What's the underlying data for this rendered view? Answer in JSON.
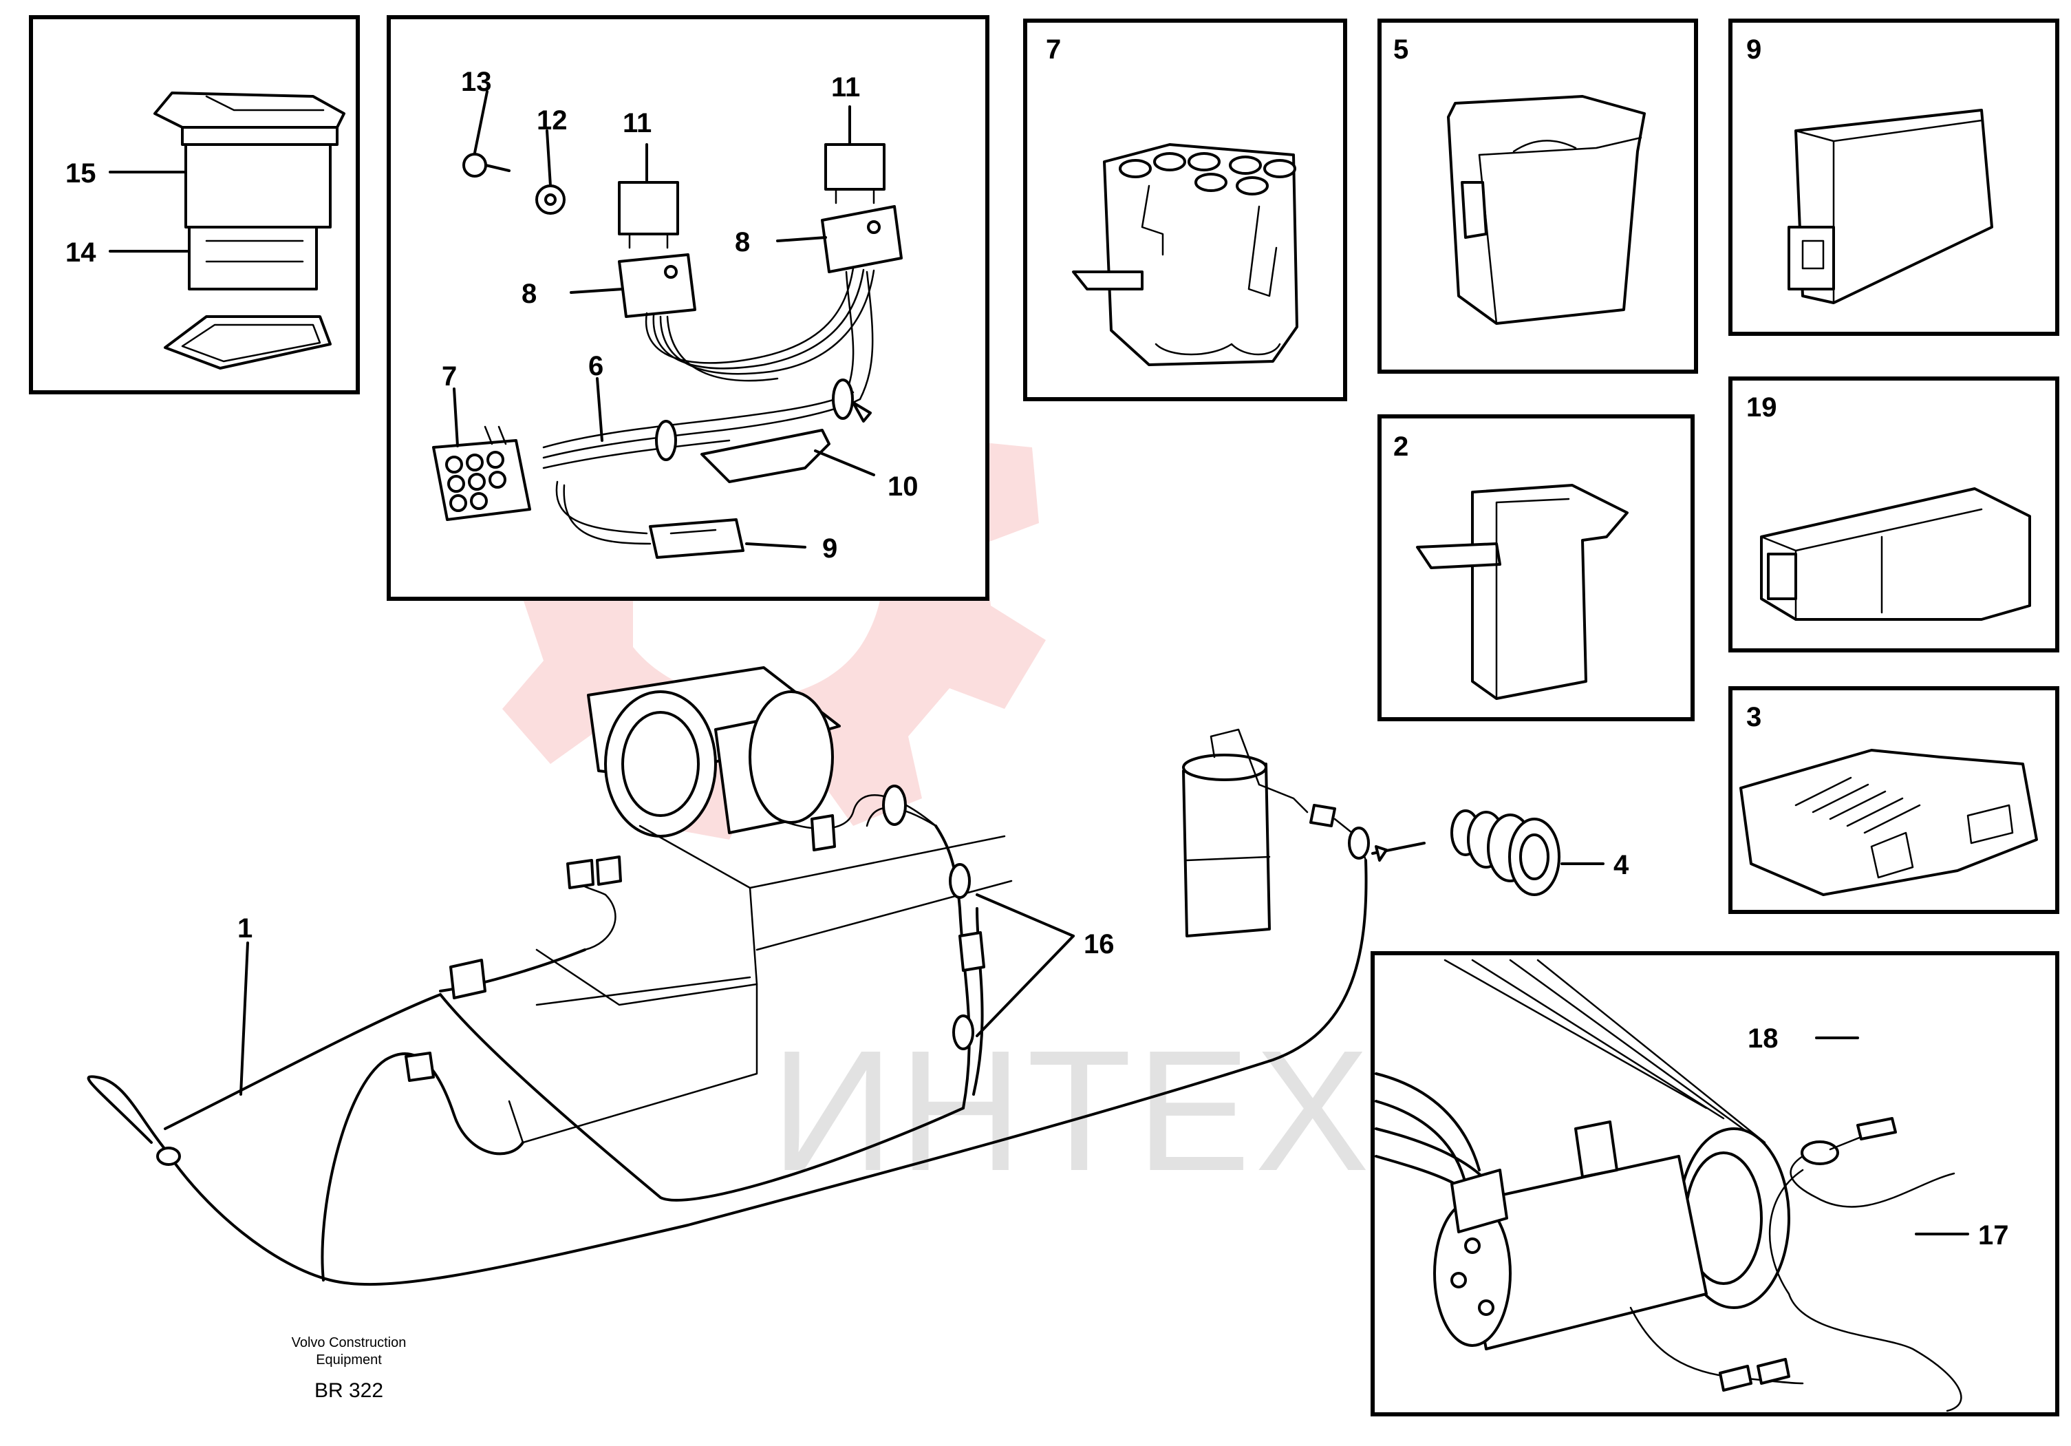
{
  "callouts": {
    "c1": "1",
    "c2": "2",
    "c3": "3",
    "c4": "4",
    "c5": "5",
    "c6": "6",
    "c7a": "7",
    "c7b": "7",
    "c8a": "8",
    "c8b": "8",
    "c9a": "9",
    "c9b": "9",
    "c10": "10",
    "c11a": "11",
    "c11b": "11",
    "c12": "12",
    "c13": "13",
    "c14": "14",
    "c15": "15",
    "c16": "16",
    "c17": "17",
    "c18": "18",
    "c19": "19"
  },
  "footer": {
    "publisher_line1": "Volvo Construction",
    "publisher_line2": "Equipment",
    "drawing_number": "BR 322"
  },
  "watermark": {
    "text": "ИНТЕХ",
    "color": "#e63030"
  },
  "colors": {
    "line": "#000000",
    "background": "#ffffff"
  }
}
